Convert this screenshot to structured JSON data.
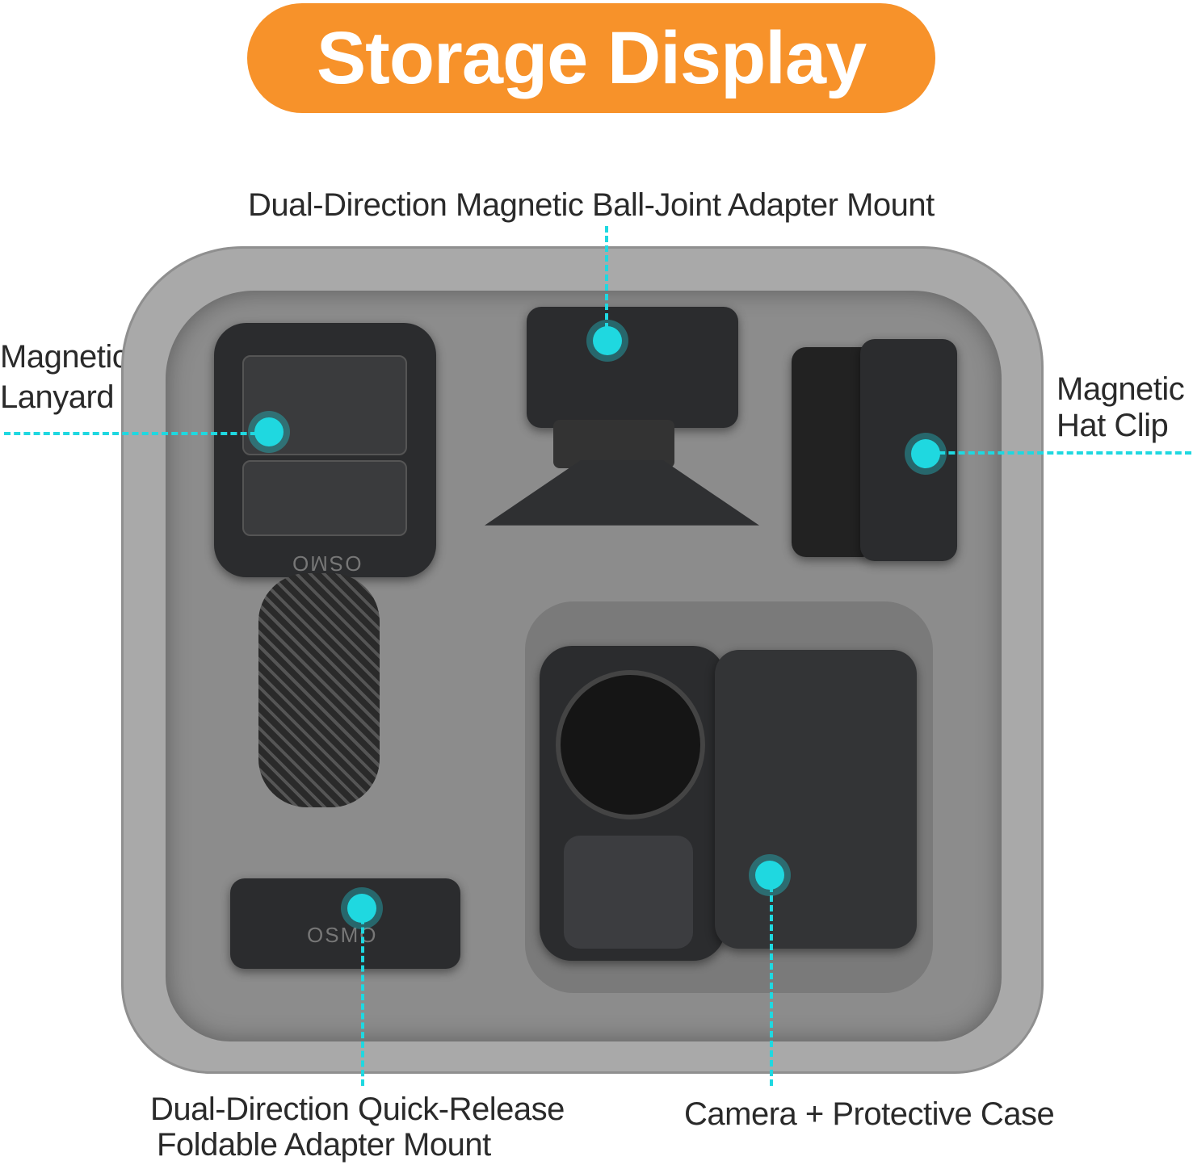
{
  "title": "Storage Display",
  "accent_color": "#f7922a",
  "callout_color": "#1fd8e0",
  "labels": {
    "ball_joint_mount": "Dual-Direction Magnetic Ball-Joint Adapter Mount",
    "lanyard_line1": "Magnetic",
    "lanyard_line2": "Lanyard",
    "hat_clip_line1": "Magnetic",
    "hat_clip_line2": "Hat Clip",
    "quick_release_line1": "Dual-Direction Quick-Release",
    "quick_release_line2": "Foldable Adapter Mount",
    "camera_case": "Camera + Protective Case"
  },
  "logos": {
    "lanyard": "OSMO",
    "quick_release": "OSMO"
  }
}
